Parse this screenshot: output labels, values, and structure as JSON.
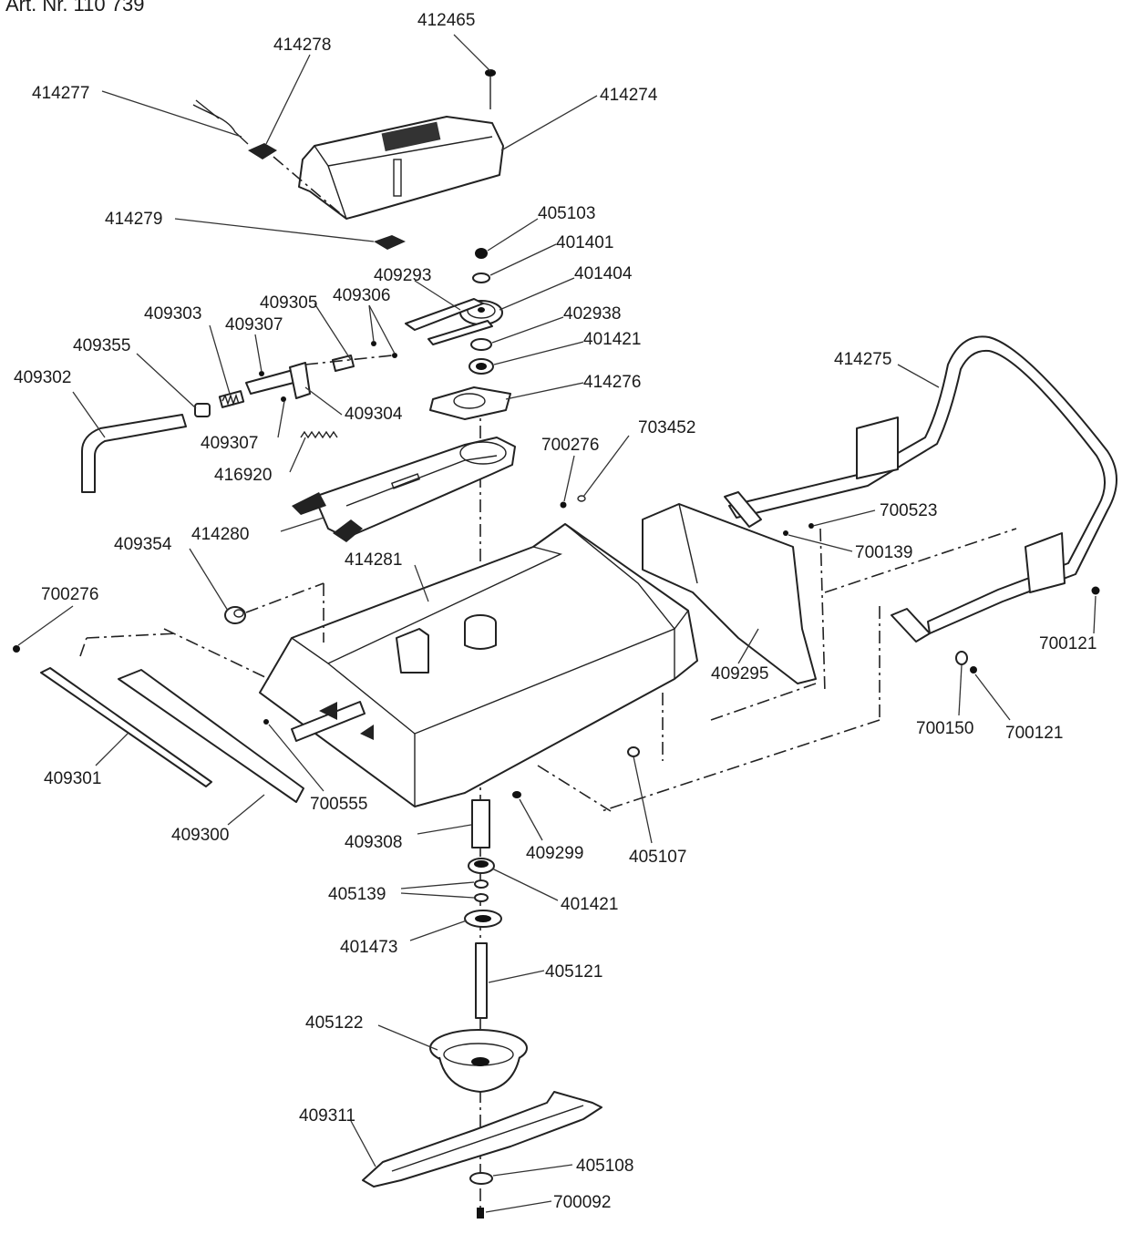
{
  "header": {
    "article_label": "Art. Nr. 110 739"
  },
  "parts": [
    {
      "id": "412465",
      "label": "412465"
    },
    {
      "id": "414278",
      "label": "414278"
    },
    {
      "id": "414277",
      "label": "414277"
    },
    {
      "id": "414274",
      "label": "414274"
    },
    {
      "id": "414279",
      "label": "414279"
    },
    {
      "id": "405103",
      "label": "405103"
    },
    {
      "id": "401401",
      "label": "401401"
    },
    {
      "id": "409293",
      "label": "409293"
    },
    {
      "id": "401404",
      "label": "401404"
    },
    {
      "id": "409305",
      "label": "409305"
    },
    {
      "id": "409306",
      "label": "409306"
    },
    {
      "id": "409303",
      "label": "409303"
    },
    {
      "id": "409307a",
      "label": "409307"
    },
    {
      "id": "402938",
      "label": "402938"
    },
    {
      "id": "401421a",
      "label": "401421"
    },
    {
      "id": "409355",
      "label": "409355"
    },
    {
      "id": "414275",
      "label": "414275"
    },
    {
      "id": "409302",
      "label": "409302"
    },
    {
      "id": "414276",
      "label": "414276"
    },
    {
      "id": "409304",
      "label": "409304"
    },
    {
      "id": "703452",
      "label": "703452"
    },
    {
      "id": "700276a",
      "label": "700276"
    },
    {
      "id": "409307b",
      "label": "409307"
    },
    {
      "id": "416920",
      "label": "416920"
    },
    {
      "id": "700523",
      "label": "700523"
    },
    {
      "id": "414280",
      "label": "414280"
    },
    {
      "id": "409354",
      "label": "409354"
    },
    {
      "id": "700139",
      "label": "700139"
    },
    {
      "id": "414281",
      "label": "414281"
    },
    {
      "id": "700276b",
      "label": "700276"
    },
    {
      "id": "700121a",
      "label": "700121"
    },
    {
      "id": "409295",
      "label": "409295"
    },
    {
      "id": "700150",
      "label": "700150"
    },
    {
      "id": "700121b",
      "label": "700121"
    },
    {
      "id": "409301",
      "label": "409301"
    },
    {
      "id": "700555",
      "label": "700555"
    },
    {
      "id": "409300",
      "label": "409300"
    },
    {
      "id": "409308",
      "label": "409308"
    },
    {
      "id": "409299",
      "label": "409299"
    },
    {
      "id": "405107",
      "label": "405107"
    },
    {
      "id": "405139",
      "label": "405139"
    },
    {
      "id": "401421b",
      "label": "401421"
    },
    {
      "id": "401473",
      "label": "401473"
    },
    {
      "id": "405121",
      "label": "405121"
    },
    {
      "id": "405122",
      "label": "405122"
    },
    {
      "id": "409311",
      "label": "409311"
    },
    {
      "id": "405108",
      "label": "405108"
    },
    {
      "id": "700092",
      "label": "700092"
    }
  ]
}
